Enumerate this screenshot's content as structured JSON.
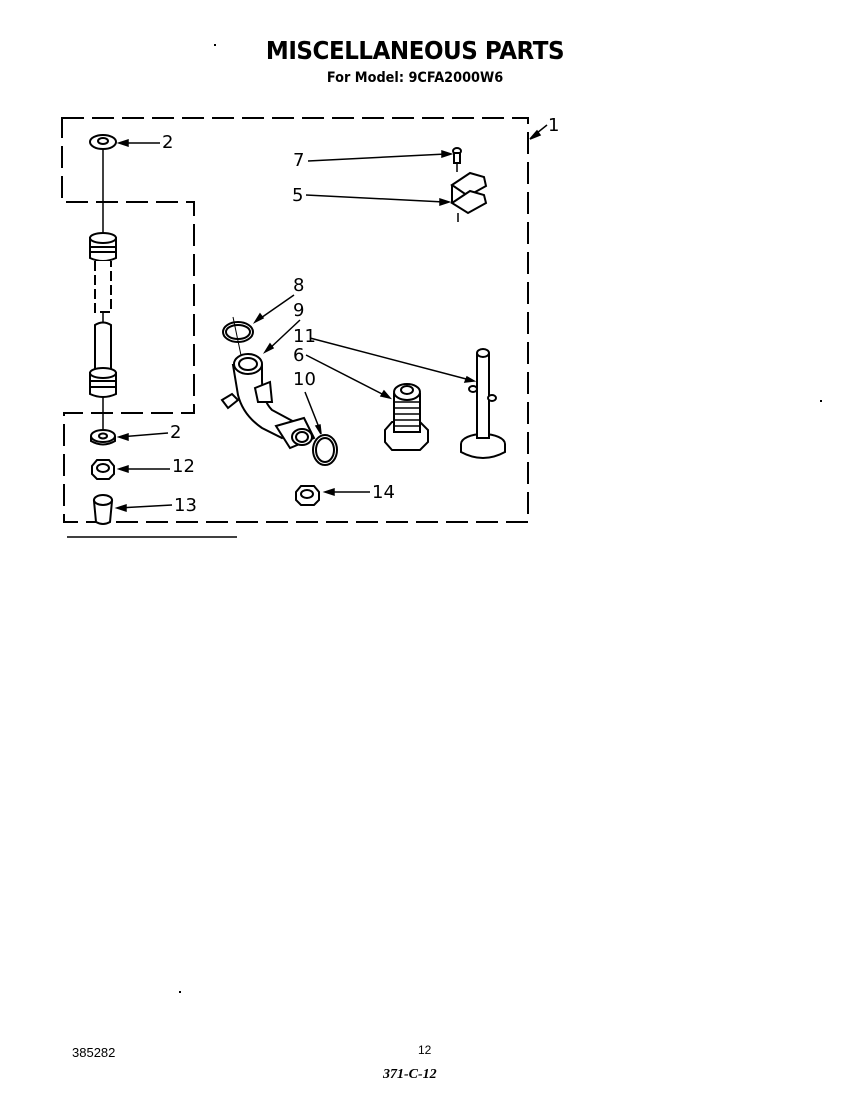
{
  "header": {
    "title": "MISCELLANEOUS PARTS",
    "subtitle": "For Model: 9CFA2000W6"
  },
  "callouts": {
    "c1": "1",
    "c2_top": "2",
    "c2_bottom": "2",
    "c5": "5",
    "c6": "6",
    "c7": "7",
    "c8": "8",
    "c9": "9",
    "c10": "10",
    "c11": "11",
    "c12": "12",
    "c13": "13",
    "c14": "14"
  },
  "parts": [
    {
      "ref": "1",
      "name": "parts-kit-group"
    },
    {
      "ref": "2",
      "name": "washer"
    },
    {
      "ref": "5",
      "name": "bracket-clip"
    },
    {
      "ref": "6",
      "name": "threaded-fitting"
    },
    {
      "ref": "7",
      "name": "screw"
    },
    {
      "ref": "8",
      "name": "hose-clamp"
    },
    {
      "ref": "9",
      "name": "elbow-hose"
    },
    {
      "ref": "10",
      "name": "hose-clamp"
    },
    {
      "ref": "11",
      "name": "leveling-leg"
    },
    {
      "ref": "12",
      "name": "hex-nut"
    },
    {
      "ref": "13",
      "name": "cap-sleeve"
    },
    {
      "ref": "14",
      "name": "hex-nut"
    }
  ],
  "footer": {
    "doc_number": "385282",
    "page_number": "12",
    "handwritten_ref": "371-C-12"
  }
}
